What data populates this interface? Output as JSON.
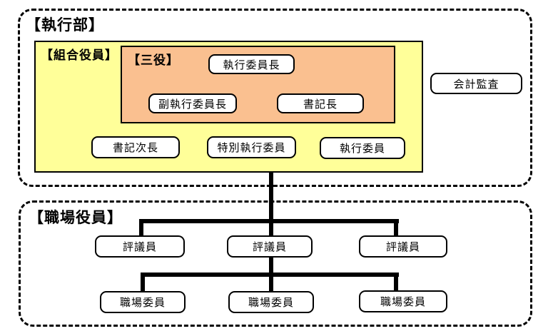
{
  "diagram": {
    "executive_section": {
      "title": "【執行部】",
      "union_officers": {
        "title": "【組合役員】",
        "sanyaku": {
          "title": "【三役】",
          "chair": "執行委員長",
          "vice_chair": "副執行委員長",
          "secretary_general": "書記長"
        },
        "deputy_secretary": "書記次長",
        "special_executive_member": "特別執行委員",
        "executive_member": "執行委員"
      },
      "audit": "会計監査"
    },
    "workplace_section": {
      "title": "【職場役員】",
      "councilors": [
        {
          "label": "評議員"
        },
        {
          "label": "評議員"
        },
        {
          "label": "評議員"
        }
      ],
      "workplace_committee": [
        {
          "label": "職場委員"
        },
        {
          "label": "職場委員"
        },
        {
          "label": "職場委員"
        }
      ]
    }
  },
  "colors": {
    "union_officers_bg": "#FFFF99",
    "sanyaku_bg": "#FAC090",
    "node_bg": "#FFFFFF",
    "connector": "#000000"
  }
}
